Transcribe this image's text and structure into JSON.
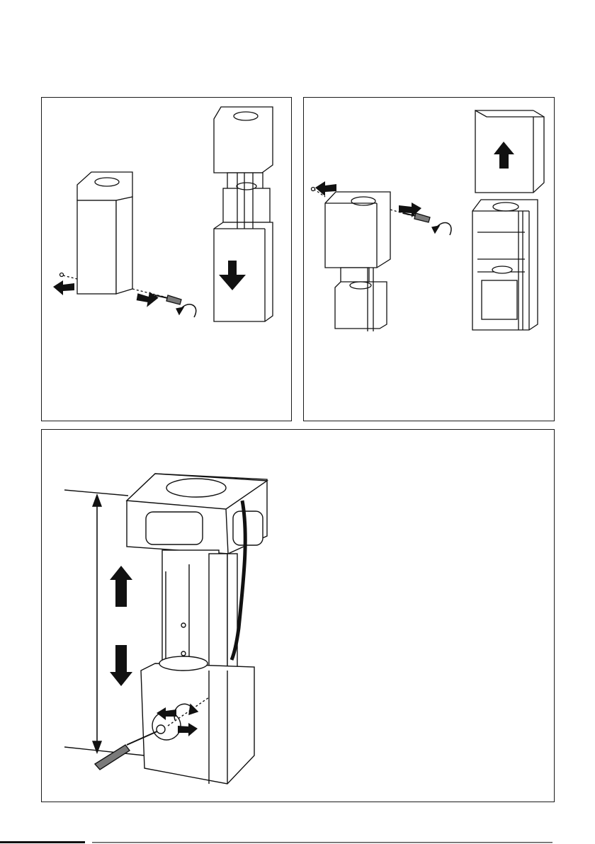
{
  "page": {
    "panels": [
      {
        "id": "panel-1",
        "depicts": "remove-lower-chimney-cover"
      },
      {
        "id": "panel-2",
        "depicts": "remove-upper-chimney-cover"
      },
      {
        "id": "panel-3",
        "depicts": "adjust-telescopic-frame-height"
      }
    ]
  },
  "colors": {
    "line": "#111111",
    "fill": "#ffffff",
    "arrow": "#111111",
    "shade": "#d9d9d9",
    "screwdriver_handle": "#7a7a7a"
  },
  "icons": [
    "arrow-left-icon",
    "arrow-right-icon",
    "arrow-up-icon",
    "arrow-down-icon",
    "rotate-icon",
    "screwdriver-icon",
    "screw-icon"
  ]
}
